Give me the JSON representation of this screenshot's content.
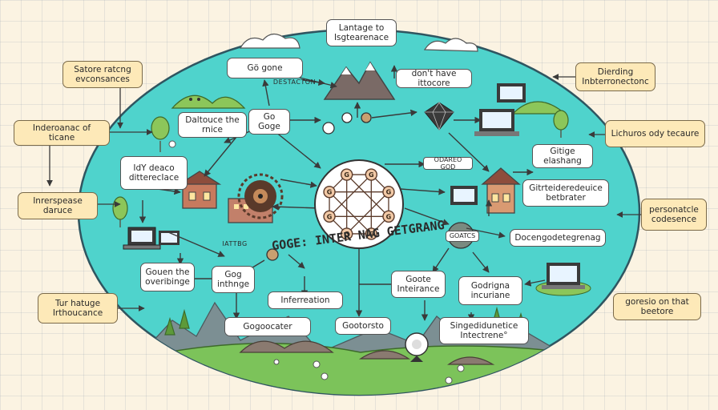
{
  "title": "Lantage to Isgtearenace",
  "outer_labels": [
    "Satore ratcng evconsances",
    "Inderoanac of ticane",
    "Inrerspease daruce",
    "Tur hatuge Irthoucance",
    "Dierding Inbterronectonc",
    "Lichuros ody tecaure",
    "personatcle codesence",
    "goresio on that beetore"
  ],
  "inner_labels": {
    "go_gone": "Gö gone",
    "destacton": "DESTACTON",
    "dont_have": "don't have ittocore",
    "daltouce": "Daltouce the rnice",
    "go_goge": "Go Goge",
    "idy": "IdY deaco ditterecIace",
    "odareo_god": "ODAREO GOD",
    "gitige": "Gitige elashang",
    "gitrte": "Gitrteideredeuice betbrater",
    "gouen": "Gouen the overibinge",
    "gog_inthnge": "Gog inthnge",
    "iattbg": "IATTBG",
    "curved_text": "GOGE: INTER NAG GETGRANG",
    "inferreation": "Inferreation",
    "goote": "Goote Inteirance",
    "godrigna": "Godrigna incuriane",
    "docengo": "Docengodetegrenag",
    "goatcs": "GOATCS",
    "gogoocater": "Gogoocater",
    "gootorsto": "Gootorsto",
    "singedi": "Singedidunetice Intectrene°"
  },
  "hub_nodes": [
    "G",
    "G",
    "G",
    "G",
    "G",
    "G",
    "G",
    "G"
  ],
  "colors": {
    "background": "#fbf3e2",
    "ellipse": "#4fd3cc",
    "outer_box": "#fde9b8",
    "inner_box": "#ffffff",
    "line": "#3a3a3a",
    "grass": "#7cc35a"
  }
}
